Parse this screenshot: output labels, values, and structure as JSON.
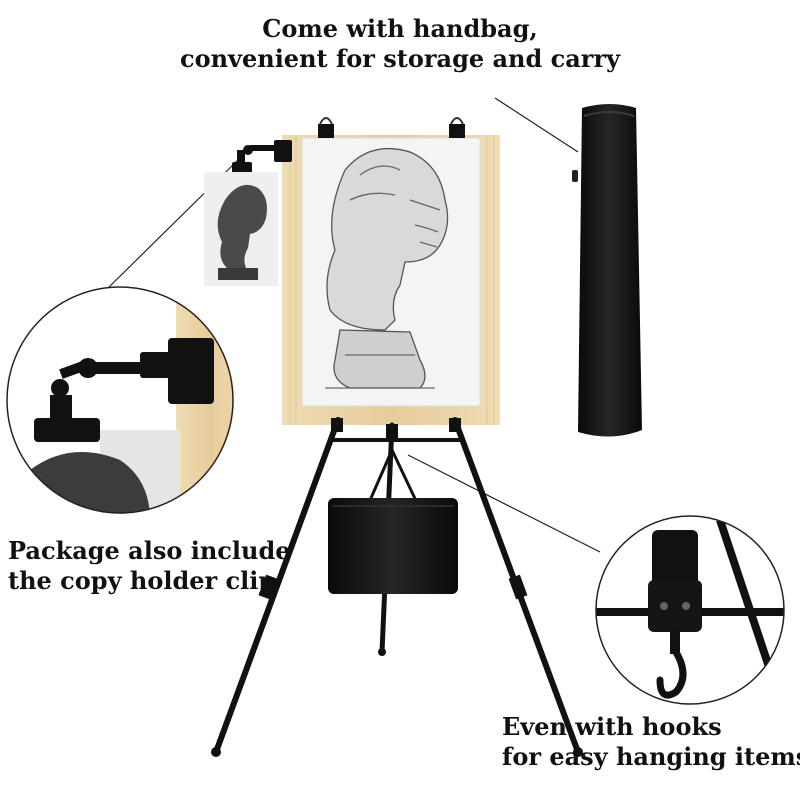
{
  "captions": {
    "top": [
      "Come with handbag,",
      "convenient for storage and carry"
    ],
    "left": [
      "Package also include",
      "the copy holder clip"
    ],
    "bottom": [
      "Even with hooks",
      "for easy hanging items"
    ]
  },
  "colors": {
    "easel_metal": "#111111",
    "board_wood": "#e8d2a4",
    "paper": "#f3f3f1",
    "bag": "#141414"
  }
}
